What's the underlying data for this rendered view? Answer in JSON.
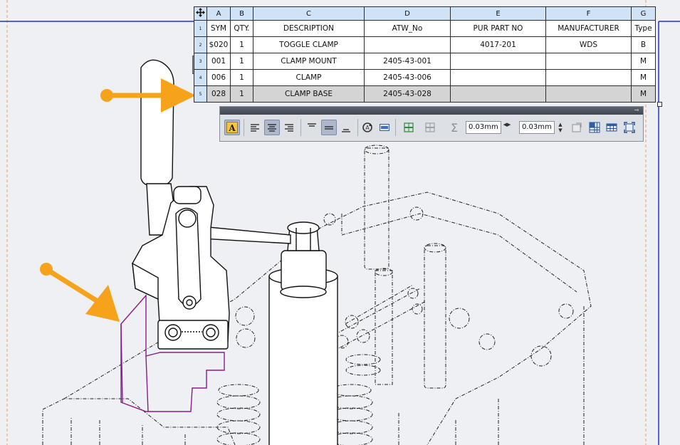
{
  "bom_table": {
    "column_letters": [
      "A",
      "B",
      "C",
      "D",
      "E",
      "F",
      "G"
    ],
    "row_numbers": [
      "1",
      "2",
      "3",
      "4",
      "5"
    ],
    "headers": [
      "SYM",
      "QTY.",
      "DESCRIPTION",
      "ATW_No",
      "PUR PART NO",
      "MANUFACTURER",
      "Type"
    ],
    "rows": [
      [
        "$020",
        "1",
        "TOGGLE CLAMP",
        "",
        "4017-201",
        "WDS",
        "B"
      ],
      [
        "001",
        "1",
        "CLAMP MOUNT",
        "2405-43-001",
        "",
        "",
        "M"
      ],
      [
        "006",
        "1",
        "CLAMP",
        "2405-43-006",
        "",
        "",
        "M"
      ],
      [
        "028",
        "1",
        "CLAMP BASE",
        "2405-43-028",
        "",
        "",
        "M"
      ]
    ],
    "selected_row": 3
  },
  "toolbar": {
    "field_1_value": "0.03mm",
    "field_2_value": "0.03mm",
    "icons": [
      "text-style-icon",
      "align-left-icon",
      "align-center-icon",
      "align-right-icon",
      "valign-top-icon",
      "valign-middle-icon",
      "valign-bottom-icon",
      "rotate-text-icon",
      "split-cell-icon",
      "insert-row-icon",
      "delete-row-icon",
      "sum-icon",
      "properties-icon",
      "merge-cells-icon",
      "table-icon",
      "fit-table-icon"
    ]
  },
  "colors": {
    "annotation_arrow": "#f7a21b",
    "highlight_part": "#8a1b8a",
    "header_fill": "#cfe3f7",
    "border_line": "#2233cc",
    "page_guide": "#e8a15e"
  }
}
